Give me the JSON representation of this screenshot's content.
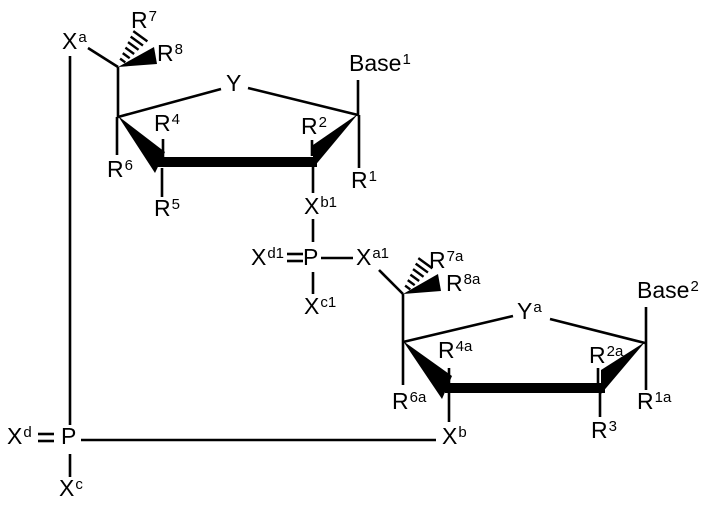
{
  "figure": {
    "background": "#ffffff",
    "ink": "#000000"
  },
  "labels": {
    "xa": {
      "base": "X",
      "sup": "a"
    },
    "r7": {
      "base": "R",
      "sup": "7"
    },
    "r8": {
      "base": "R",
      "sup": "8"
    },
    "y": {
      "base": "Y"
    },
    "base1": {
      "base": "Base",
      "sup": "1"
    },
    "r4": {
      "base": "R",
      "sup": "4"
    },
    "r2": {
      "base": "R",
      "sup": "2"
    },
    "r6": {
      "base": "R",
      "sup": "6"
    },
    "r5": {
      "base": "R",
      "sup": "5"
    },
    "r1": {
      "base": "R",
      "sup": "1"
    },
    "xb1": {
      "base": "X",
      "sup": "b1"
    },
    "xd1": {
      "base": "X",
      "sup": "d1"
    },
    "p1": {
      "base": "P"
    },
    "xa1": {
      "base": "X",
      "sup": "a1"
    },
    "xc1": {
      "base": "X",
      "sup": "c1"
    },
    "r7a": {
      "base": "R",
      "sup": "7a"
    },
    "r8a": {
      "base": "R",
      "sup": "8a"
    },
    "ya": {
      "base": "Y",
      "sup": "a"
    },
    "base2": {
      "base": "Base",
      "sup": "2"
    },
    "r4a": {
      "base": "R",
      "sup": "4a"
    },
    "r2a": {
      "base": "R",
      "sup": "2a"
    },
    "r6a": {
      "base": "R",
      "sup": "6a"
    },
    "xb": {
      "base": "X",
      "sup": "b"
    },
    "r3": {
      "base": "R",
      "sup": "3"
    },
    "r1a": {
      "base": "R",
      "sup": "1a"
    },
    "xd": {
      "base": "X",
      "sup": "d"
    },
    "p2": {
      "base": "P"
    },
    "xc": {
      "base": "X",
      "sup": "c"
    }
  }
}
